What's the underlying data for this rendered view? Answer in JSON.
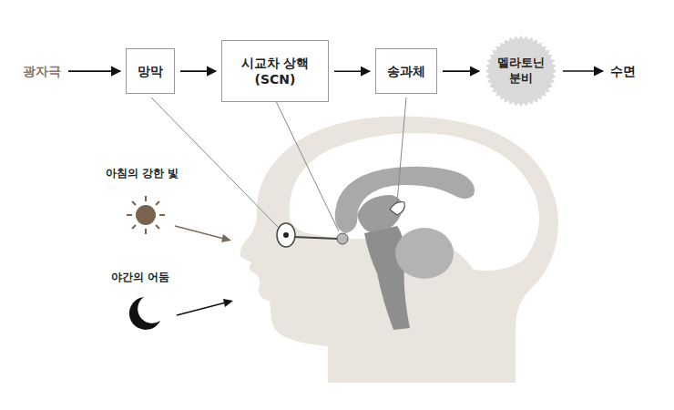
{
  "diagram": {
    "nodes": [
      {
        "text": [
          "광자극"
        ]
      },
      {
        "text": [
          "망막"
        ]
      },
      {
        "text": [
          "시교차 상핵 (SCN)"
        ]
      },
      {
        "text": [
          "송과체"
        ]
      },
      {
        "text": [
          "멜라토닌 분비"
        ]
      },
      {
        "text": [
          "수면"
        ]
      }
    ],
    "edges": [
      {
        "from": 0,
        "to": 1,
        "arrow": "to"
      },
      {
        "from": 1,
        "to": 2,
        "arrow": "to"
      },
      {
        "from": 2,
        "to": 3,
        "arrow": "to"
      },
      {
        "from": 3,
        "to": 4,
        "arrow": "to"
      },
      {
        "from": 4,
        "to": 5,
        "arrow": "to"
      }
    ],
    "labels": [
      "아침의 강한 빛",
      "야간의 어둠"
    ]
  }
}
